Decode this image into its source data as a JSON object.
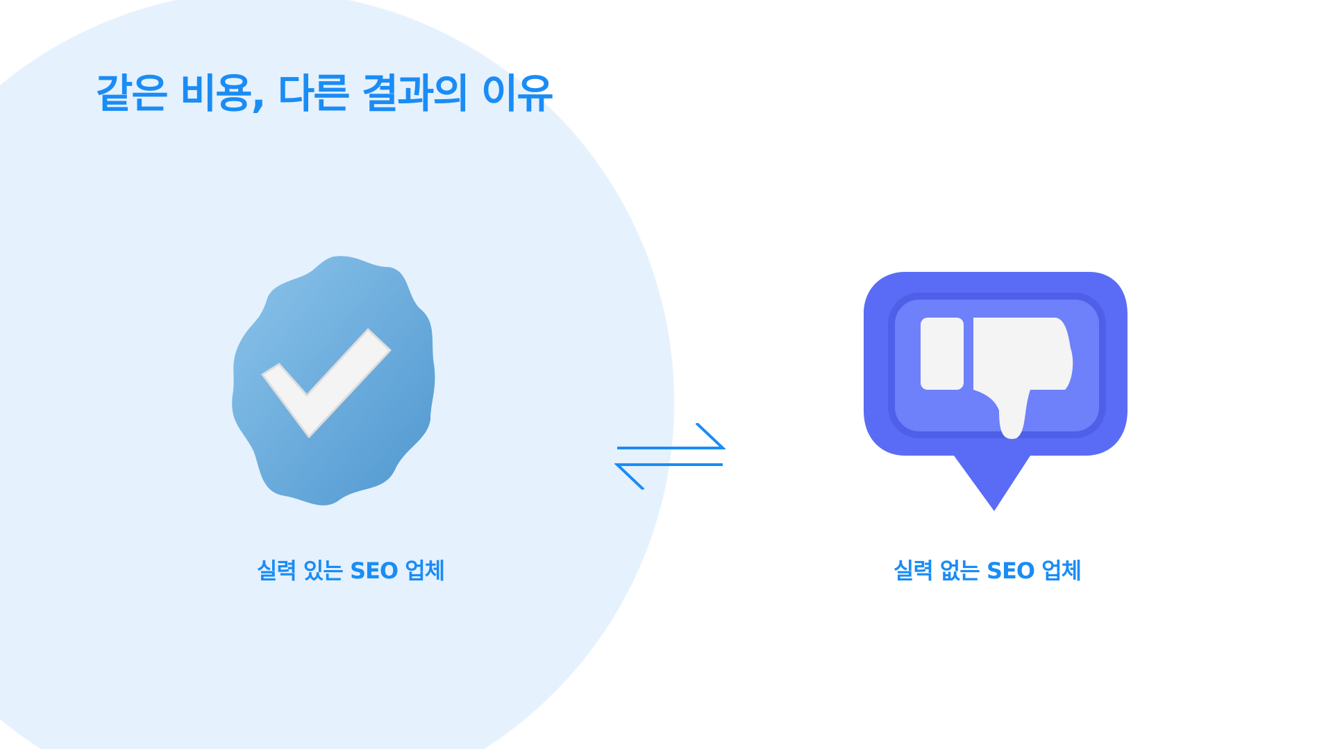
{
  "title": "같은 비용, 다른 결과의 이유",
  "left": {
    "label": "실력 있는 SEO 업체",
    "icon": "verified-check-badge-icon"
  },
  "right": {
    "label": "실력 없는 SEO 업체",
    "icon": "thumbs-down-bubble-icon"
  },
  "center_icon": "exchange-arrows-icon",
  "colors": {
    "accent": "#1a8cf5",
    "background_circle": "#e5f1fd",
    "badge": "#5fa8de",
    "bubble": "#5a6cf5"
  }
}
